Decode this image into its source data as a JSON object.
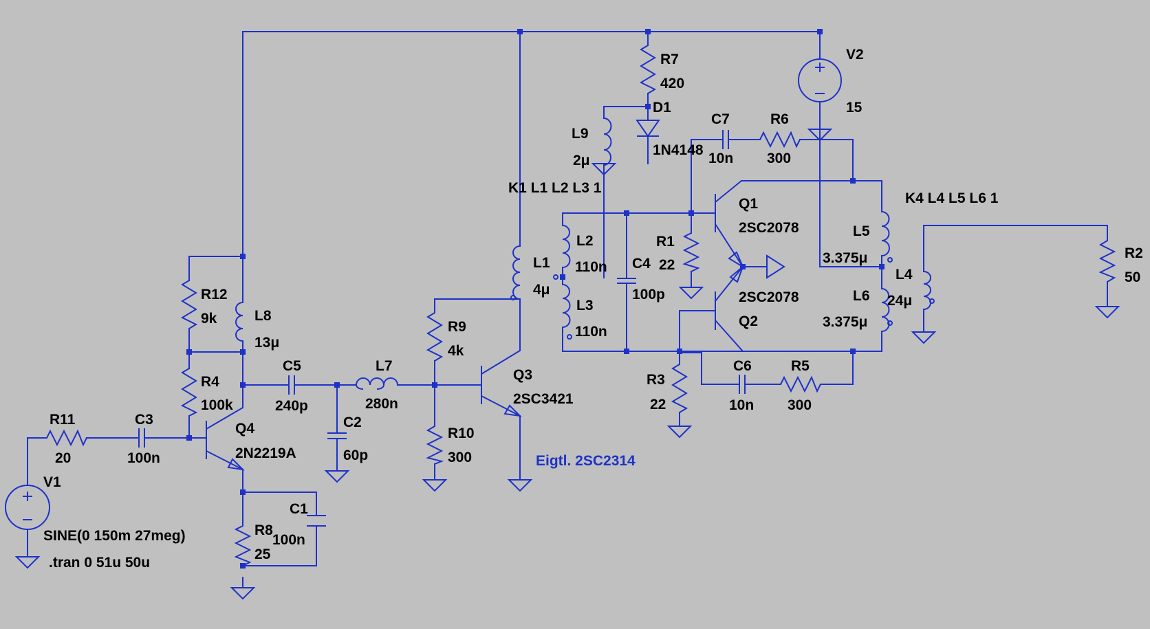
{
  "components": {
    "R11": {
      "name": "R11",
      "value": "20"
    },
    "C3": {
      "name": "C3",
      "value": "100n"
    },
    "V1": {
      "name": "V1",
      "value": "SINE(0 150m 27meg)"
    },
    "tran": ".tran 0 51u 50u",
    "R12": {
      "name": "R12",
      "value": "9k"
    },
    "L8": {
      "name": "L8",
      "value": "13μ"
    },
    "R4": {
      "name": "R4",
      "value": "100k"
    },
    "Q4": {
      "name": "Q4",
      "value": "2N2219A"
    },
    "C5": {
      "name": "C5",
      "value": "240p"
    },
    "C2": {
      "name": "C2",
      "value": "60p"
    },
    "L7": {
      "name": "L7",
      "value": "280n"
    },
    "R8": {
      "name": "R8",
      "value": "25"
    },
    "C1": {
      "name": "C1",
      "value": "100n"
    },
    "R9": {
      "name": "R9",
      "value": "4k"
    },
    "R10": {
      "name": "R10",
      "value": "300"
    },
    "Q3": {
      "name": "Q3",
      "value": "2SC3421"
    },
    "note": "Eigtl. 2SC2314",
    "L1": {
      "name": "L1",
      "value": "4μ"
    },
    "K1": "K1 L1 L2 L3 1",
    "L9": {
      "name": "L9",
      "value": "2μ"
    },
    "L2": {
      "name": "L2",
      "value": "110n"
    },
    "L3": {
      "name": "L3",
      "value": "110n"
    },
    "C4": {
      "name": "C4",
      "value": "100p"
    },
    "R7": {
      "name": "R7",
      "value": "420"
    },
    "D1": {
      "name": "D1",
      "value": "1N4148"
    },
    "C7": {
      "name": "C7",
      "value": "10n"
    },
    "R6": {
      "name": "R6",
      "value": "300"
    },
    "V2": {
      "name": "V2",
      "value": "15"
    },
    "R1": {
      "name": "R1",
      "value": "22"
    },
    "Q1": {
      "name": "Q1",
      "value": "2SC2078"
    },
    "Q2": {
      "name": "Q2",
      "value": "2SC2078"
    },
    "R3": {
      "name": "R3",
      "value": "22"
    },
    "C6": {
      "name": "C6",
      "value": "10n"
    },
    "R5": {
      "name": "R5",
      "value": "300"
    },
    "K4": "K4 L4 L5 L6 1",
    "L5": {
      "name": "L5",
      "value": "3.375μ"
    },
    "L6": {
      "name": "L6",
      "value": "3.375μ"
    },
    "L4": {
      "name": "L4",
      "value": "24μ"
    },
    "R2": {
      "name": "R2",
      "value": "50"
    }
  },
  "colors": {
    "wire": "#1e32c8",
    "background": "#c0c0c0",
    "text": "#000000"
  }
}
